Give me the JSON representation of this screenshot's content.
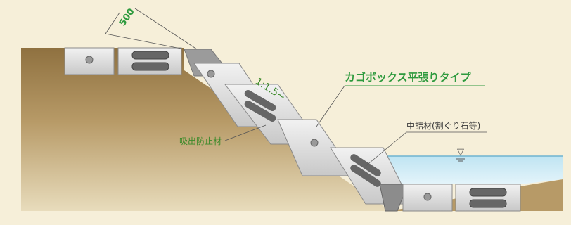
{
  "diagram": {
    "dimension_label": "500",
    "slope_label": "1:1.5~",
    "type_label": "カゴボックス平張りタイプ",
    "fill_material_label": "中詰材(割ぐり石等)",
    "scour_prevention_label": "吸出防止材",
    "water_level_symbol": "▽",
    "colors": {
      "background": "#f6efd9",
      "ground": "#b79a67",
      "ground_dark": "#8f7140",
      "water": "#c9e8f4",
      "block": "#dadada",
      "green_text": "#2e9a3e"
    }
  }
}
